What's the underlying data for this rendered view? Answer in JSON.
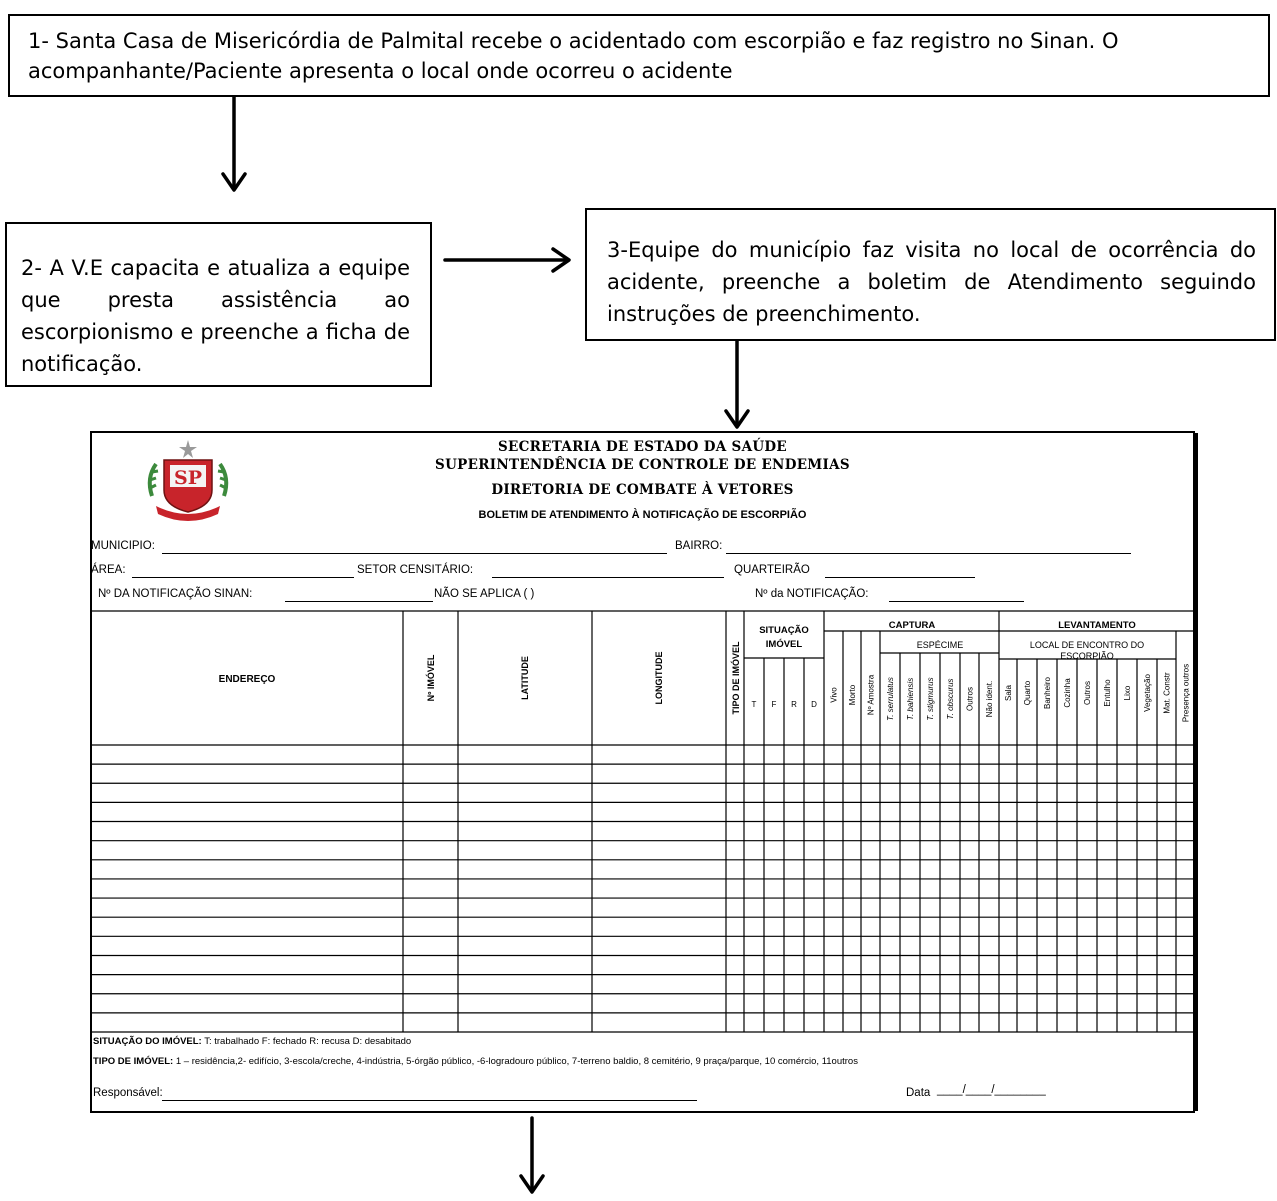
{
  "flow": {
    "step1": "1- Santa Casa de Misericórdia de Palmital recebe o acidentado com escorpião e faz registro no Sinan. O acompanhante/Paciente apresenta o local onde ocorreu o acidente",
    "step2": "2- A V.E capacita e atualiza a equipe que presta assistência ao escorpionismo e preenche a ficha de notificação.",
    "step3": "3-Equipe do município faz visita no local de ocorrência do acidente, preenche a boletim de Atendimento seguindo instruções de preenchimento."
  },
  "form": {
    "header": {
      "line1": "SECRETARIA DE ESTADO DA SAÚDE",
      "line2": "SUPERINTENDÊNCIA DE CONTROLE DE ENDEMIAS",
      "line3": "DIRETORIA DE COMBATE À VETORES",
      "line4": "BOLETIM DE ATENDIMENTO À NOTIFICAÇÃO DE ESCORPIÃO"
    },
    "logo_text": "SP",
    "fields": {
      "municipio": "MUNICIPIO:",
      "bairro": "BAIRRO:",
      "area": "ÁREA:",
      "setor": "SETOR CENSITÁRIO:",
      "quarteirao": "QUARTEIRÃO",
      "notif_sinan": "Nº DA NOTIFICAÇÃO SINAN:",
      "nao_aplica": "NÃO SE APLICA (   )",
      "notificacao": "Nº da NOTIFICAÇÃO:"
    },
    "table": {
      "endereco": "ENDEREÇO",
      "n_imovel": "Nº IMÓVEL",
      "latitude": "LATITUDE",
      "longitude": "LONGITUDE",
      "tipo_imovel": "TIPO DE IMÓVEL",
      "situacao_line1": "SITUAÇÃO",
      "situacao_line2": "IMÓVEL",
      "situacao_cols": [
        "T",
        "F",
        "R",
        "D"
      ],
      "captura": "CAPTURA",
      "captura_cols": [
        "Vivo",
        "Morto",
        "Nº Amostra"
      ],
      "especime": "ESPÉCIME",
      "especime_cols": [
        "T. serrulatus",
        "T. bahiensis",
        "T. stigmurus",
        "T. obscurus",
        "Outros",
        "Não ident."
      ],
      "levantamento": "LEVANTAMENTO",
      "local_line1": "LOCAL DE ENCONTRO DO",
      "local_line2": "ESCORPIÃO",
      "local_cols": [
        "Sala",
        "Quarto",
        "Banheiro",
        "Cozinha",
        "Outros",
        "Entulho",
        "Lixo",
        "Vegetação",
        "Mat. Constr",
        "Presença outros"
      ],
      "data_rows": 15
    },
    "legend": {
      "situacao_label": "SITUAÇÃO DO IMÓVEL:",
      "situacao_text": " T: trabalhado F: fechado R: recusa D: desabitado",
      "tipo_label": "TIPO DE IMÓVEL:",
      "tipo_text": " 1 – residência,2- edifício, 3-escola/creche, 4-indústria, 5-órgão público, -6-logradouro público, 7-terreno baldio, 8 cemitério, 9 praça/parque, 10 comércio, 11outros"
    },
    "footer": {
      "responsavel": "Responsável:",
      "data": "Data",
      "data_slashes": "____/____/________"
    }
  }
}
